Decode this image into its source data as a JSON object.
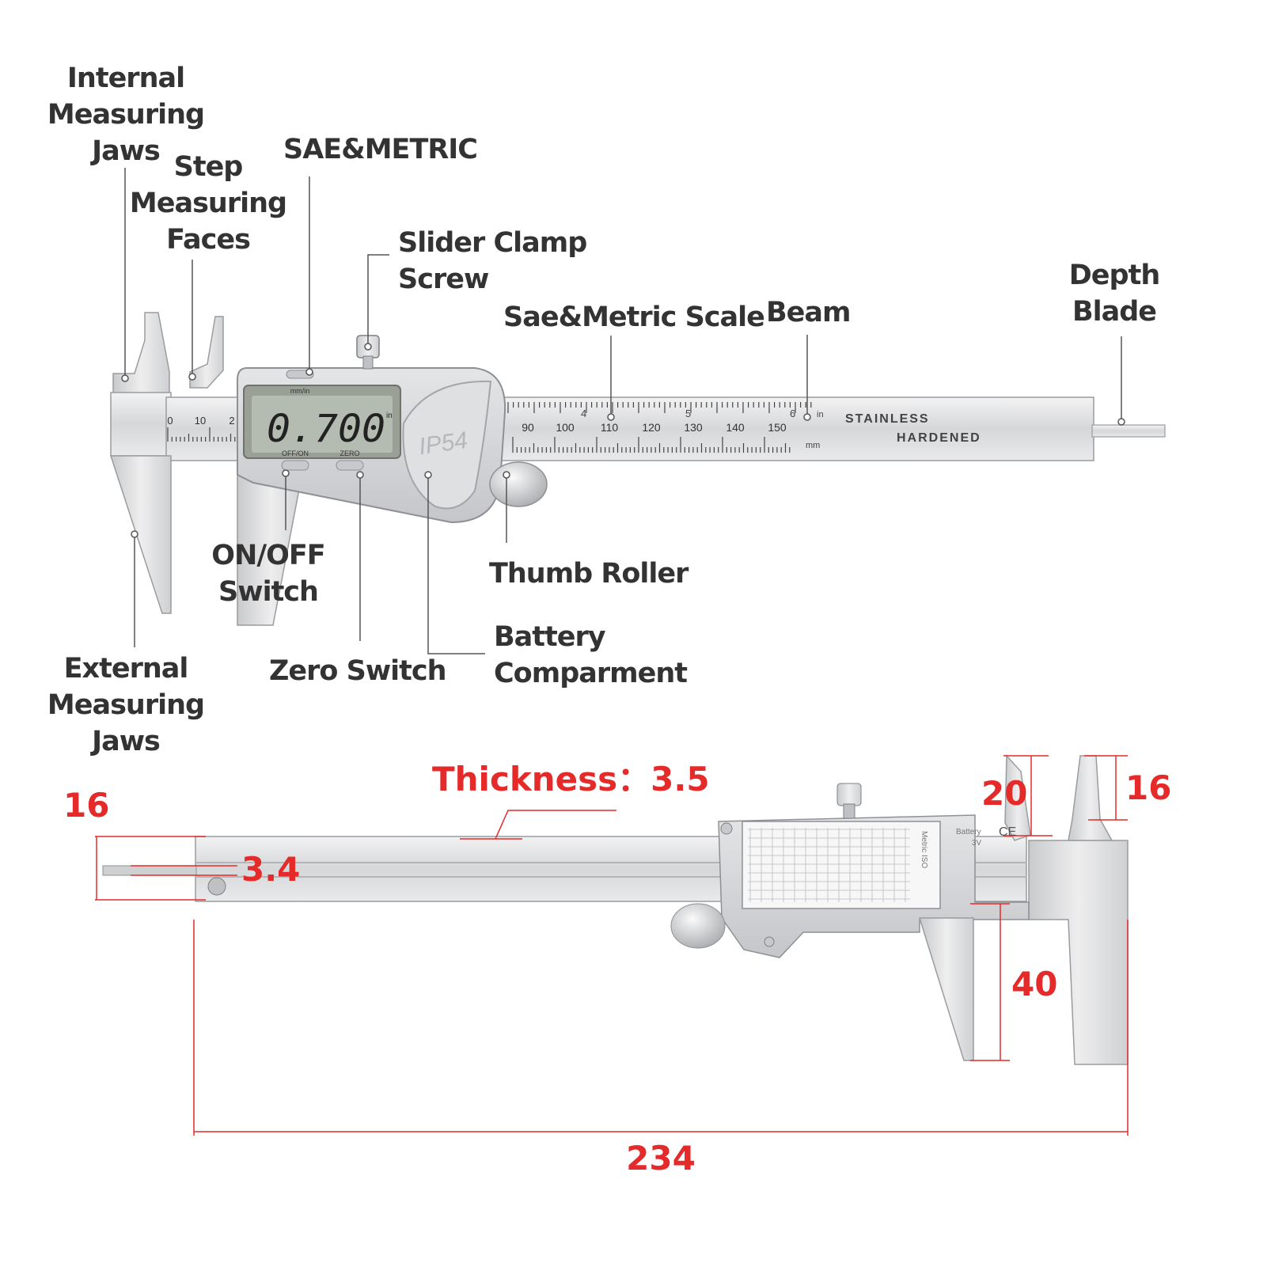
{
  "callouts": {
    "internal_jaws": [
      "Internal",
      "Measuring",
      "Jaws"
    ],
    "step_faces": [
      "Step",
      "Measuring",
      "Faces"
    ],
    "sae_metric": "SAE&METRIC",
    "slider_clamp": [
      "Slider Clamp",
      "Screw"
    ],
    "scale": "Sae&Metric Scale",
    "beam": "Beam",
    "depth_blade": [
      "Depth",
      "Blade"
    ],
    "on_off": [
      "ON/OFF",
      "Switch"
    ],
    "thumb_roller": "Thumb Roller",
    "zero_switch": "Zero Switch",
    "battery": [
      "Battery",
      "Comparment"
    ],
    "external_jaws": [
      "External",
      "Measuring",
      "Jaws"
    ]
  },
  "device": {
    "display_value": "0.700",
    "display_unit": "in",
    "unit_button_label": "mm/in",
    "off_on_label": "OFF/ON",
    "zero_label": "ZERO",
    "ip_rating": "IP54",
    "beam_text_1": "STAINLESS",
    "beam_text_2": "HARDENED",
    "inch_unit": "in",
    "mm_unit": "mm",
    "inch_ticks": [
      "4",
      "5",
      "6"
    ],
    "mm_ticks": [
      "90",
      "100",
      "110",
      "120",
      "130",
      "140",
      "150"
    ],
    "jaw_scale": [
      "0",
      "10",
      "2"
    ],
    "back_battery": "Battery",
    "back_voltage": "3V",
    "back_ce": "CE",
    "back_table_title": "Metric ISO"
  },
  "dimensions": {
    "thickness": "Thickness：3.5",
    "depth_blade_width": "16",
    "depth_blade_thickness": "3.4",
    "step_height": "20",
    "inner_jaw_length": "16",
    "outer_jaw_length": "40",
    "total_length": "234"
  },
  "colors": {
    "label_text": "#333333",
    "dimension_red": "#e52a2a",
    "steel": "#d9dadc",
    "lcd": "#aab2a6",
    "leader_line": "#555555"
  }
}
